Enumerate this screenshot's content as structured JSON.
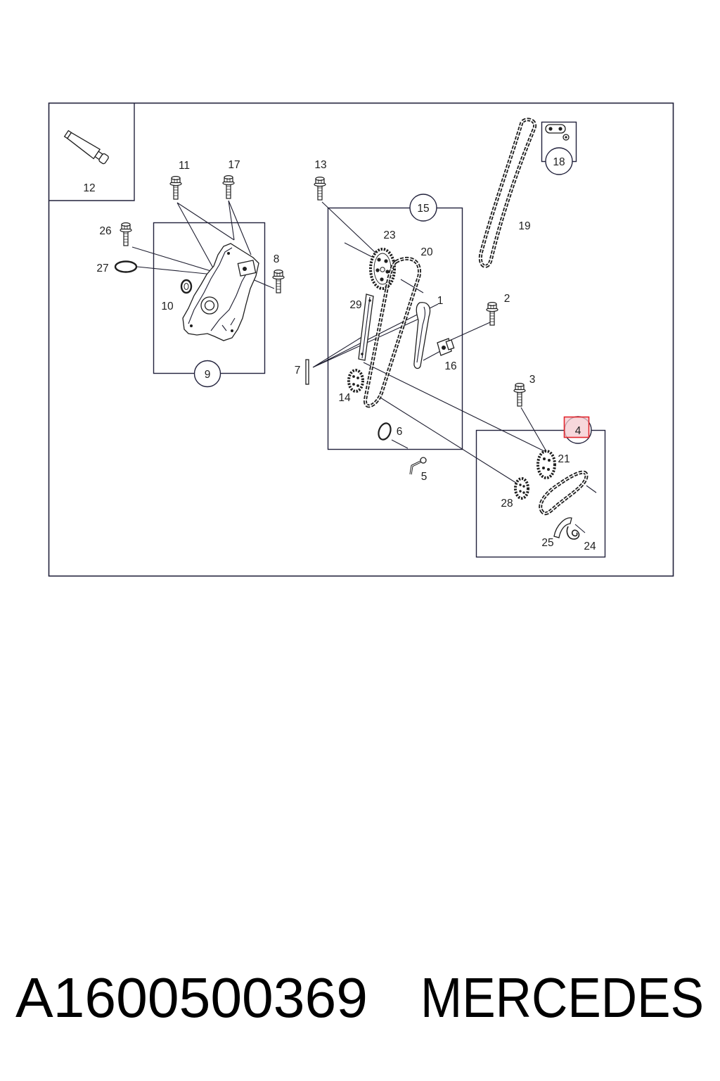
{
  "diagram": {
    "callouts": {
      "n1": "1",
      "n2": "2",
      "n3": "3",
      "n4": "4",
      "n5": "5",
      "n6": "6",
      "n7": "7",
      "n8": "8",
      "n9": "9",
      "n10": "10",
      "n11": "11",
      "n12": "12",
      "n13": "13",
      "n14": "14",
      "n15": "15",
      "n16": "16",
      "n17": "17",
      "n18": "18",
      "n19": "19",
      "n20": "20",
      "n21": "21",
      "n23": "23",
      "n24": "24",
      "n25": "25",
      "n26": "26",
      "n27": "27",
      "n28": "28",
      "n29": "29"
    },
    "colors": {
      "frame": "#22223c",
      "highlight_stroke": "#e3262d",
      "highlight_fill": "#f4c9cf"
    }
  },
  "footer": {
    "part_number": "A1600500369",
    "brand": "MERCEDES"
  }
}
